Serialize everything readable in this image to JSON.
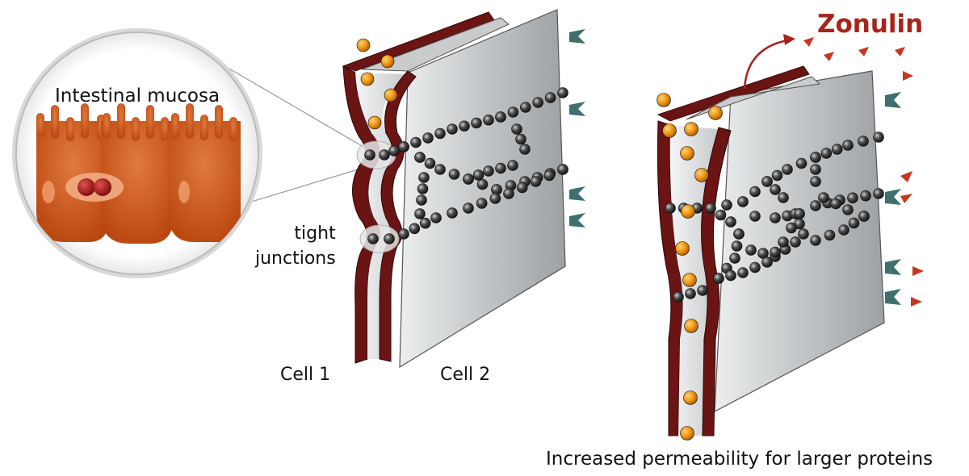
{
  "labels": {
    "intestinal_mucosa": "Intestinal mucosa",
    "tight_line1": "tight",
    "tight_line2": "junctions",
    "cell1": "Cell 1",
    "cell2": "Cell 2",
    "zonulin": "Zonulin",
    "permeability": "Increased permeability for larger proteins"
  },
  "colors": {
    "membrane": "#6b1414",
    "cell_face": "#c9cbcd",
    "villi": "#c8521b",
    "particle": "#f0960f",
    "junction_bead": "#3a3a3a",
    "zonulin_text": "#a8241a",
    "receptor": "#3f6f6f"
  }
}
